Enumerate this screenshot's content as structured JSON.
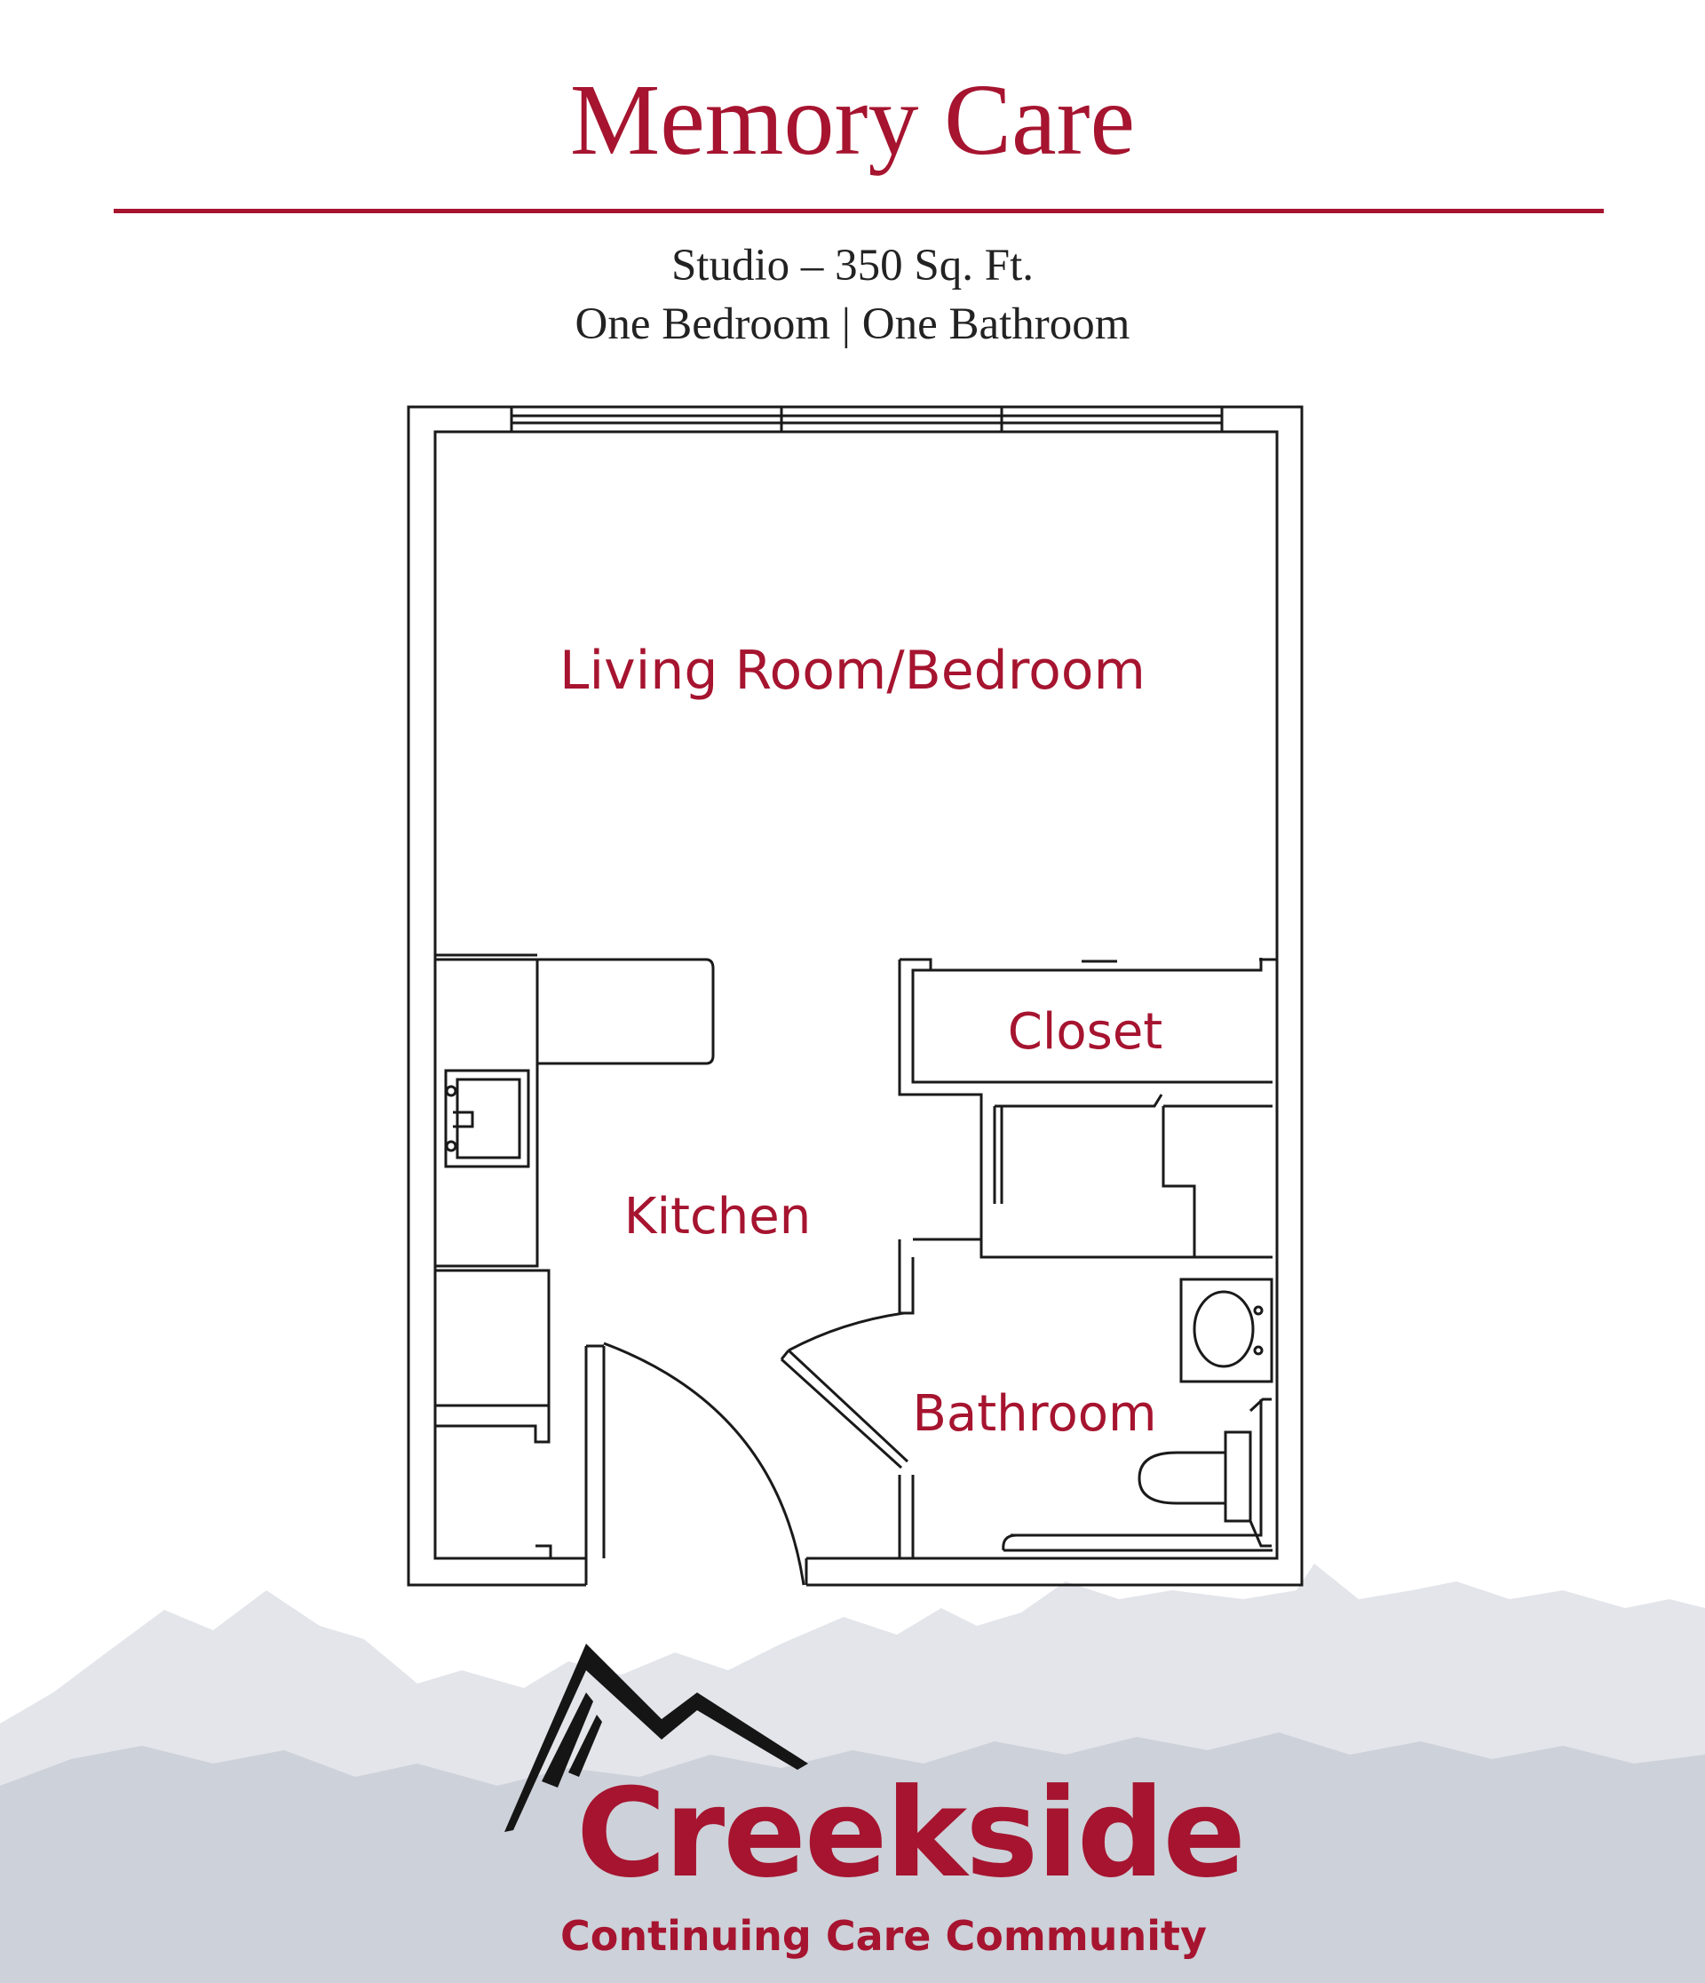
{
  "header": {
    "title": "Memory Care",
    "unit_size": "Studio – 350 Sq. Ft.",
    "unit_layout": "One Bedroom | One Bathroom"
  },
  "rooms": {
    "living": "Living Room/Bedroom",
    "closet": "Closet",
    "kitchen": "Kitchen",
    "bathroom": "Bathroom"
  },
  "brand": {
    "name": "Creekside",
    "tagline": "Continuing Care Community"
  },
  "icons": [
    "mountain-logo-icon",
    "mountain-range-background"
  ],
  "colors": {
    "accent": "#a6142f",
    "line": "#1a1a1a",
    "mountain_far": "#e3e5ea",
    "mountain_near": "#cdd1d9",
    "logo": "#151515"
  }
}
